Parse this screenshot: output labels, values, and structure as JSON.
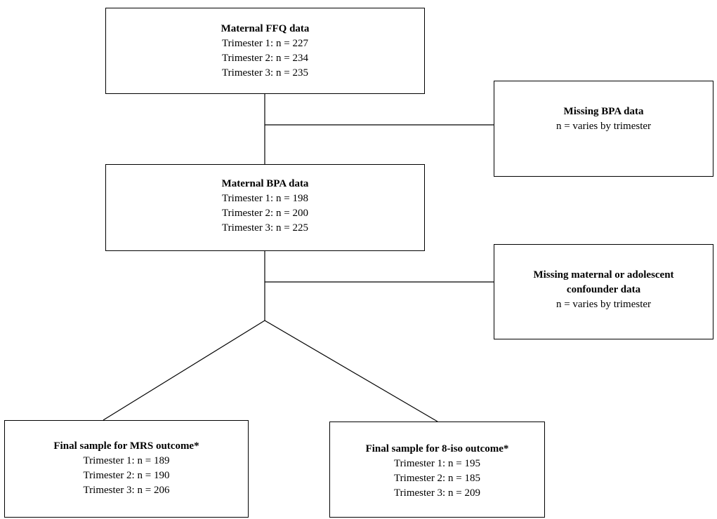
{
  "boxes": {
    "ffq": {
      "title": "Maternal  FFQ  data",
      "lines": [
        "Trimester 1:  n = 227",
        "Trimester 2:  n = 234",
        "Trimester 3:  n = 235"
      ]
    },
    "missing_bpa": {
      "title": "Missing BPA data",
      "lines": [
        "n = varies by trimester"
      ]
    },
    "bpa": {
      "title": "Maternal  BPA data",
      "lines": [
        "Trimester 1:  n = 198",
        "Trimester 2:  n = 200",
        "Trimester 3:  n = 225"
      ]
    },
    "missing_confounder": {
      "title_line1": "Missing maternal  or adolescent",
      "title_line2": "confounder data",
      "lines": [
        "n = varies by trimester"
      ]
    },
    "final_mrs": {
      "title": "Final sample for MRS outcome*",
      "lines": [
        "Trimester 1:  n = 189",
        "Trimester 2:  n = 190",
        "Trimester 3:  n = 206"
      ]
    },
    "final_iso": {
      "title": "Final sample for 8-iso outcome*",
      "lines": [
        "Trimester 1:  n = 195",
        "Trimester 2:  n = 185",
        "Trimester 3:  n = 209"
      ]
    }
  },
  "colors": {
    "stroke": "#000000",
    "background": "#ffffff"
  }
}
